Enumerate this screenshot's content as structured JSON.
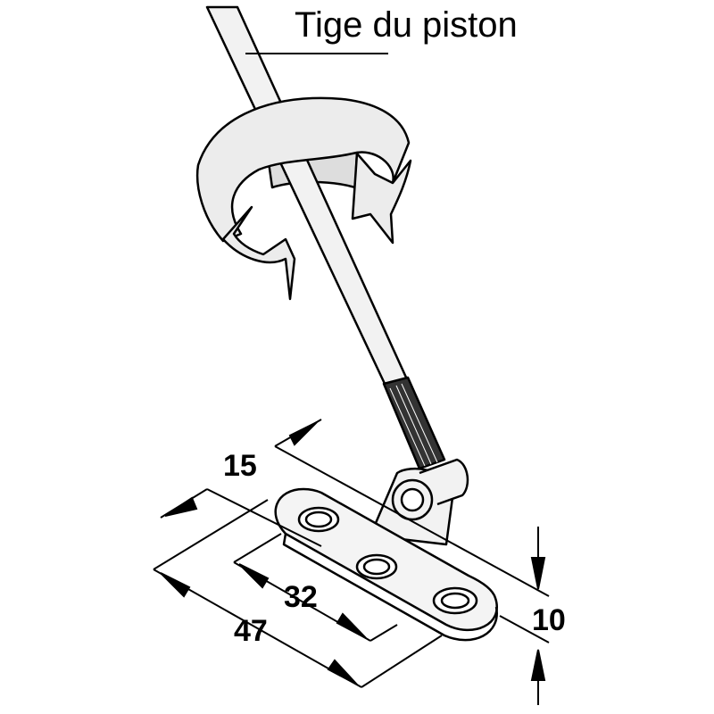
{
  "labels": {
    "rod_label": "Tige du piston",
    "dim_15": "15",
    "dim_32": "32",
    "dim_47": "47",
    "dim_10": "10"
  },
  "colors": {
    "ink": "#000000",
    "background": "#ffffff",
    "rod_fill": "#f2f2f2",
    "band_fill": "#ececec"
  }
}
